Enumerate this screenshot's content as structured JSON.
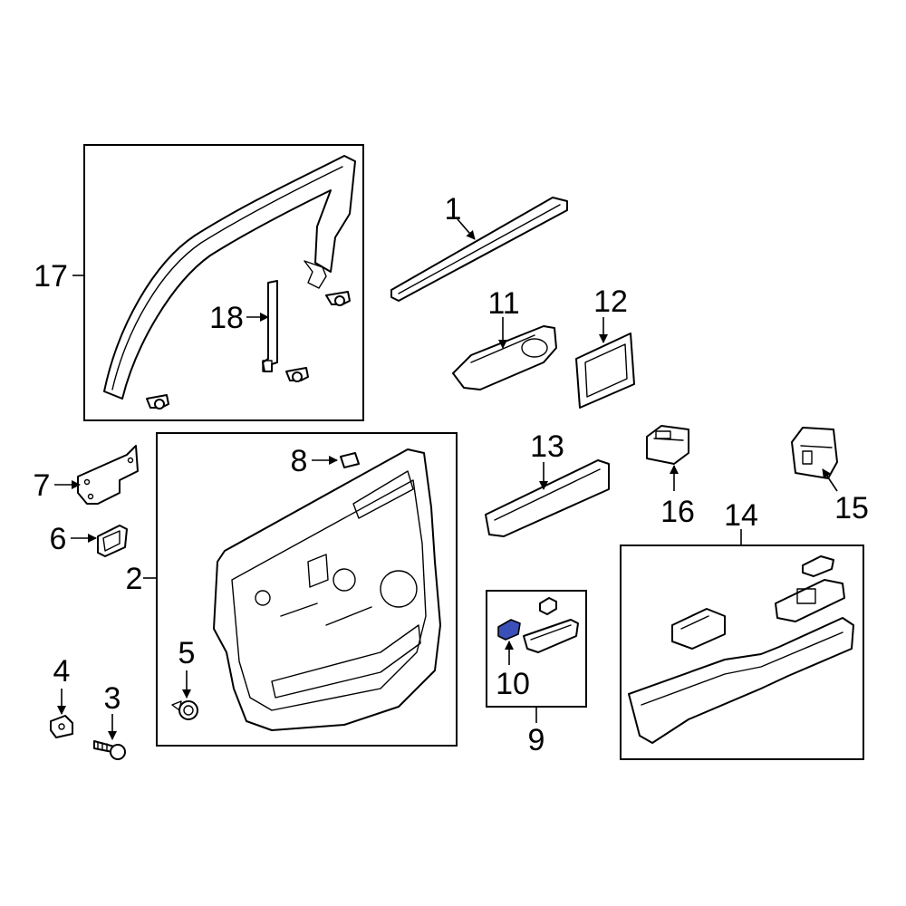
{
  "callouts": {
    "c1": "1",
    "c2": "2",
    "c3": "3",
    "c4": "4",
    "c5": "5",
    "c6": "6",
    "c7": "7",
    "c8": "8",
    "c9": "9",
    "c10": "10",
    "c11": "11",
    "c12": "12",
    "c13": "13",
    "c14": "14",
    "c15": "15",
    "c16": "16",
    "c17": "17",
    "c18": "18"
  },
  "colors": {
    "line": "#000000",
    "background": "#ffffff",
    "highlight": "#3a4fb8"
  }
}
